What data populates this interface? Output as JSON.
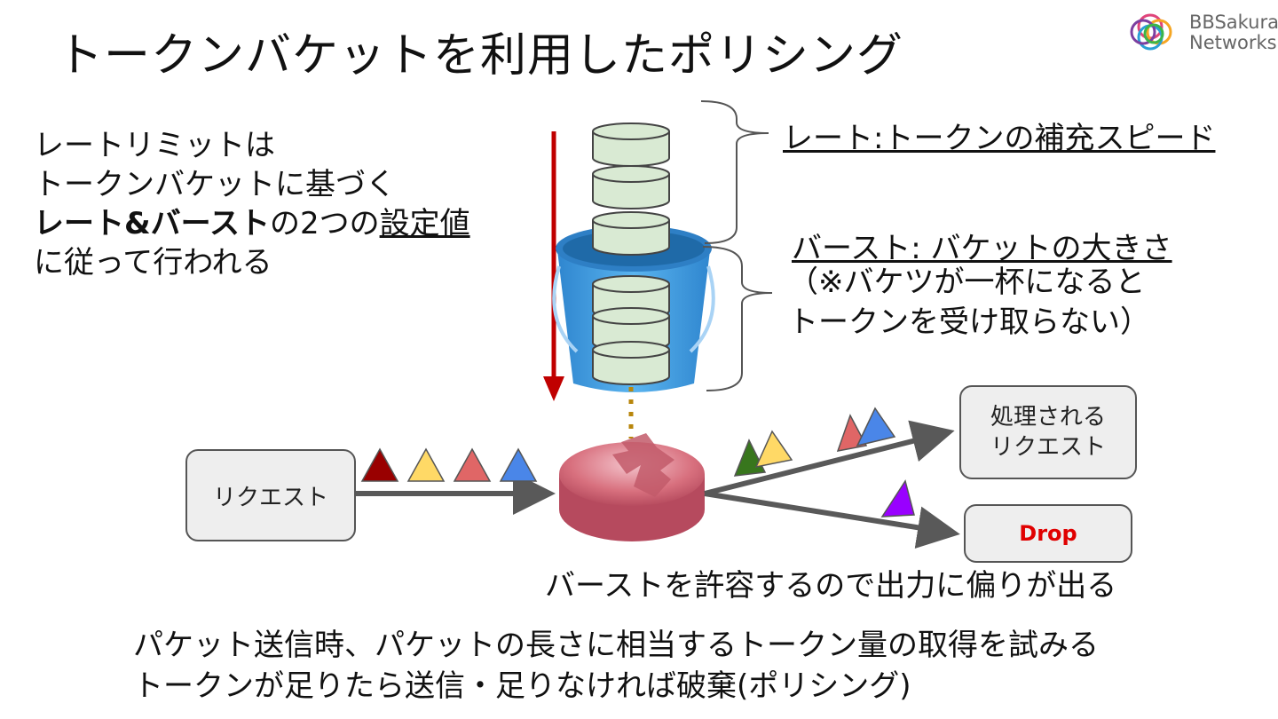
{
  "title": "トークンバケットを利用したポリシング",
  "logo": {
    "line1": "BBSakura",
    "line2": "Networks"
  },
  "left_text": {
    "line1": "レートリミットは",
    "line2": "トークンバケットに基づく",
    "line3_bold": "レート&バースト",
    "line3_mid": "の2つの",
    "line3_underline": "設定値",
    "line4": "に従って行われる"
  },
  "rate_label": "レート:トークンの補充スピード",
  "burst_label": "バースト: バケットの大きさ",
  "burst_note": {
    "line1": "（※バケツが一杯になると",
    "line2": "トークンを受け取らない）"
  },
  "request_box": "リクエスト",
  "processed_box": {
    "line1": "処理される",
    "line2": "リクエスト"
  },
  "drop_box": "Drop",
  "bias_text": "バーストを許容するので出力に偏りが出る",
  "bottom_text": {
    "line1": "パケット送信時、パケットの長さに相当するトークン量の取得を試みる",
    "line2": "トークンが足りたら送信・足りなければ破棄(ポリシング)"
  },
  "colors": {
    "arrow_red": "#c00000",
    "arrow_gray": "#595959",
    "packet_darkred": "#990000",
    "packet_yellow": "#ffd966",
    "packet_red": "#e06666",
    "packet_blue": "#4a86e8",
    "packet_green": "#38761d",
    "packet_purple": "#9900ff",
    "bucket_blue": "#3d9ee0",
    "token_green": "#d9ead3",
    "router_pink": "#d06070",
    "drop_red": "#e00000"
  }
}
